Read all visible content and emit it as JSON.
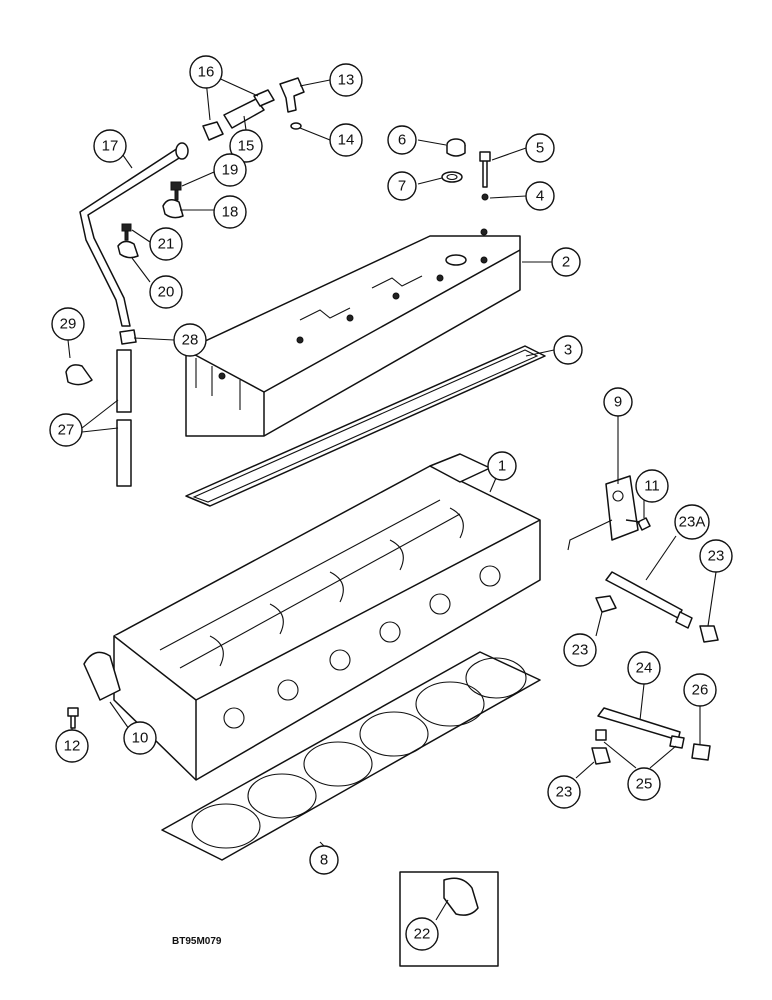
{
  "drawing_code": "BT95M079",
  "callouts": [
    {
      "id": "c1",
      "label": "1"
    },
    {
      "id": "c2",
      "label": "2"
    },
    {
      "id": "c3",
      "label": "3"
    },
    {
      "id": "c4",
      "label": "4"
    },
    {
      "id": "c5",
      "label": "5"
    },
    {
      "id": "c6",
      "label": "6"
    },
    {
      "id": "c7",
      "label": "7"
    },
    {
      "id": "c8",
      "label": "8"
    },
    {
      "id": "c9",
      "label": "9"
    },
    {
      "id": "c10",
      "label": "10"
    },
    {
      "id": "c11",
      "label": "11"
    },
    {
      "id": "c12",
      "label": "12"
    },
    {
      "id": "c13",
      "label": "13"
    },
    {
      "id": "c14",
      "label": "14"
    },
    {
      "id": "c15",
      "label": "15"
    },
    {
      "id": "c16",
      "label": "16"
    },
    {
      "id": "c17",
      "label": "17"
    },
    {
      "id": "c18",
      "label": "18"
    },
    {
      "id": "c19",
      "label": "19"
    },
    {
      "id": "c20",
      "label": "20"
    },
    {
      "id": "c21",
      "label": "21"
    },
    {
      "id": "c22",
      "label": "22"
    },
    {
      "id": "c23a",
      "label": "23A"
    },
    {
      "id": "c23_1",
      "label": "23"
    },
    {
      "id": "c23_2",
      "label": "23"
    },
    {
      "id": "c23_3",
      "label": "23"
    },
    {
      "id": "c24",
      "label": "24"
    },
    {
      "id": "c25",
      "label": "25"
    },
    {
      "id": "c26",
      "label": "26"
    },
    {
      "id": "c27",
      "label": "27"
    },
    {
      "id": "c28",
      "label": "28"
    },
    {
      "id": "c29",
      "label": "29"
    }
  ]
}
